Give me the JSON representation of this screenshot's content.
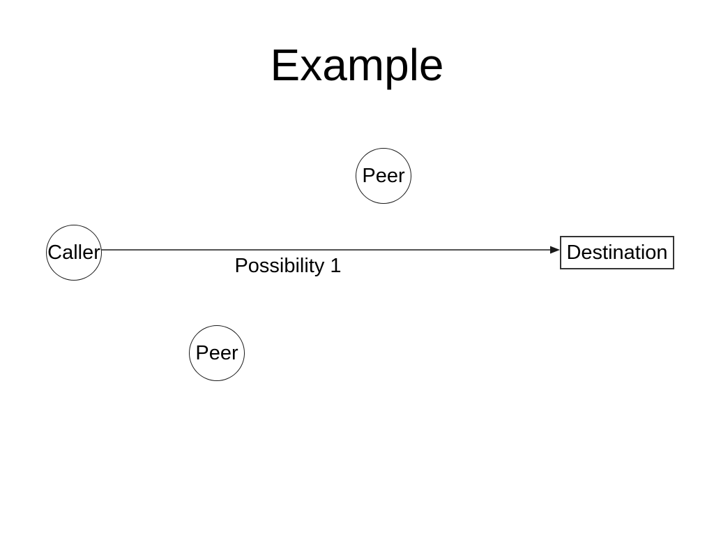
{
  "slide": {
    "title": "Example",
    "background_color": "#ffffff",
    "ink_color": "#000000"
  },
  "diagram": {
    "nodes": [
      {
        "id": "peer-top",
        "label": "Peer",
        "shape": "circle"
      },
      {
        "id": "caller",
        "label": "Caller",
        "shape": "circle"
      },
      {
        "id": "peer-bottom",
        "label": "Peer",
        "shape": "circle"
      },
      {
        "id": "destination",
        "label": "Destination",
        "shape": "rect"
      }
    ],
    "edge": {
      "from": "caller",
      "to": "destination",
      "label": "Possibility 1",
      "style": "solid-arrow",
      "color": "#1a1a1a"
    }
  }
}
